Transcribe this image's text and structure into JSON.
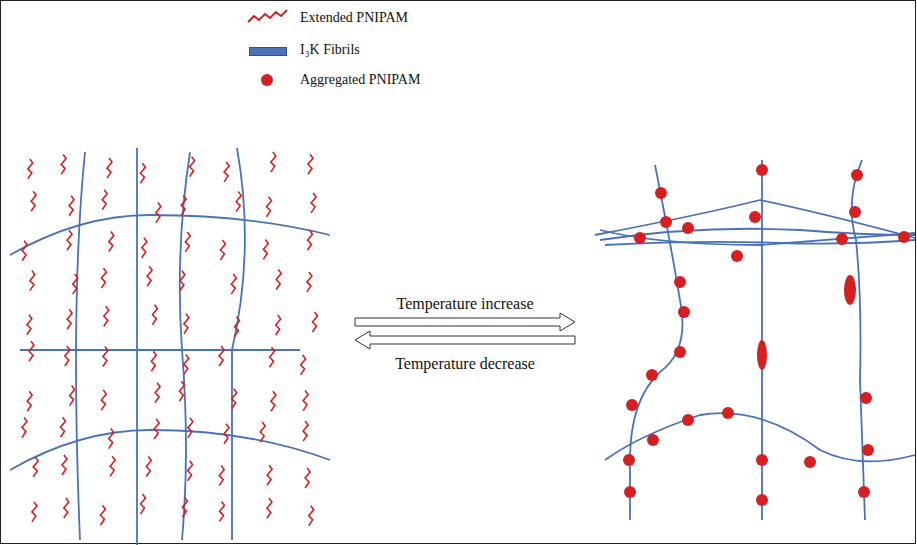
{
  "diagram": {
    "labels": [
      "Temperature increase",
      "Temperature decrease"
    ],
    "legend": [
      {
        "text": "Extended PNIPAM"
      },
      {
        "text": "I₃K Fibrils",
        "color": "#4a72b8"
      },
      {
        "text": "Aggregated PNIPAM"
      }
    ]
  }
}
